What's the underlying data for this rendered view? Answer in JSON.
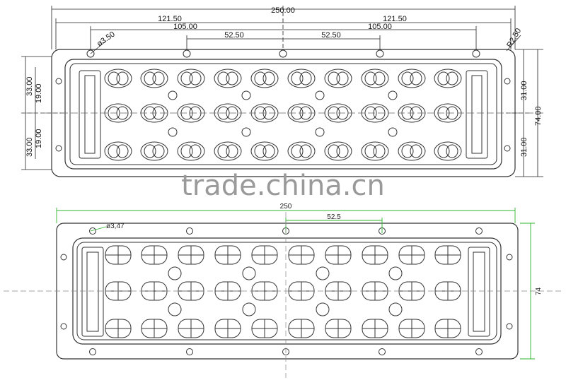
{
  "watermark": "trade.china.cn",
  "top_view": {
    "dims": {
      "total_width": "250.00",
      "half_left": "121.50",
      "half_right": "121.50",
      "hole_left": "105.00",
      "hole_right": "105.00",
      "pitch_left": "52.50",
      "pitch_right": "52.50",
      "hole_dia": "ø3.50",
      "corner_radius": "R2.50",
      "left_upper": "33.00",
      "left_upper_inner": "19.00",
      "left_lower": "33.00",
      "left_lower_inner": "19.00",
      "right_upper": "31.00",
      "right_lower": "31.00",
      "right_total": "74.00"
    }
  },
  "bottom_view": {
    "dims": {
      "total_width": "250",
      "pitch": "52.5",
      "hole_dia": "ø3,47",
      "height": "74"
    }
  },
  "colors": {
    "line": "#333333",
    "dim_green": "#2db52d",
    "watermark": "#9a9a9a"
  }
}
